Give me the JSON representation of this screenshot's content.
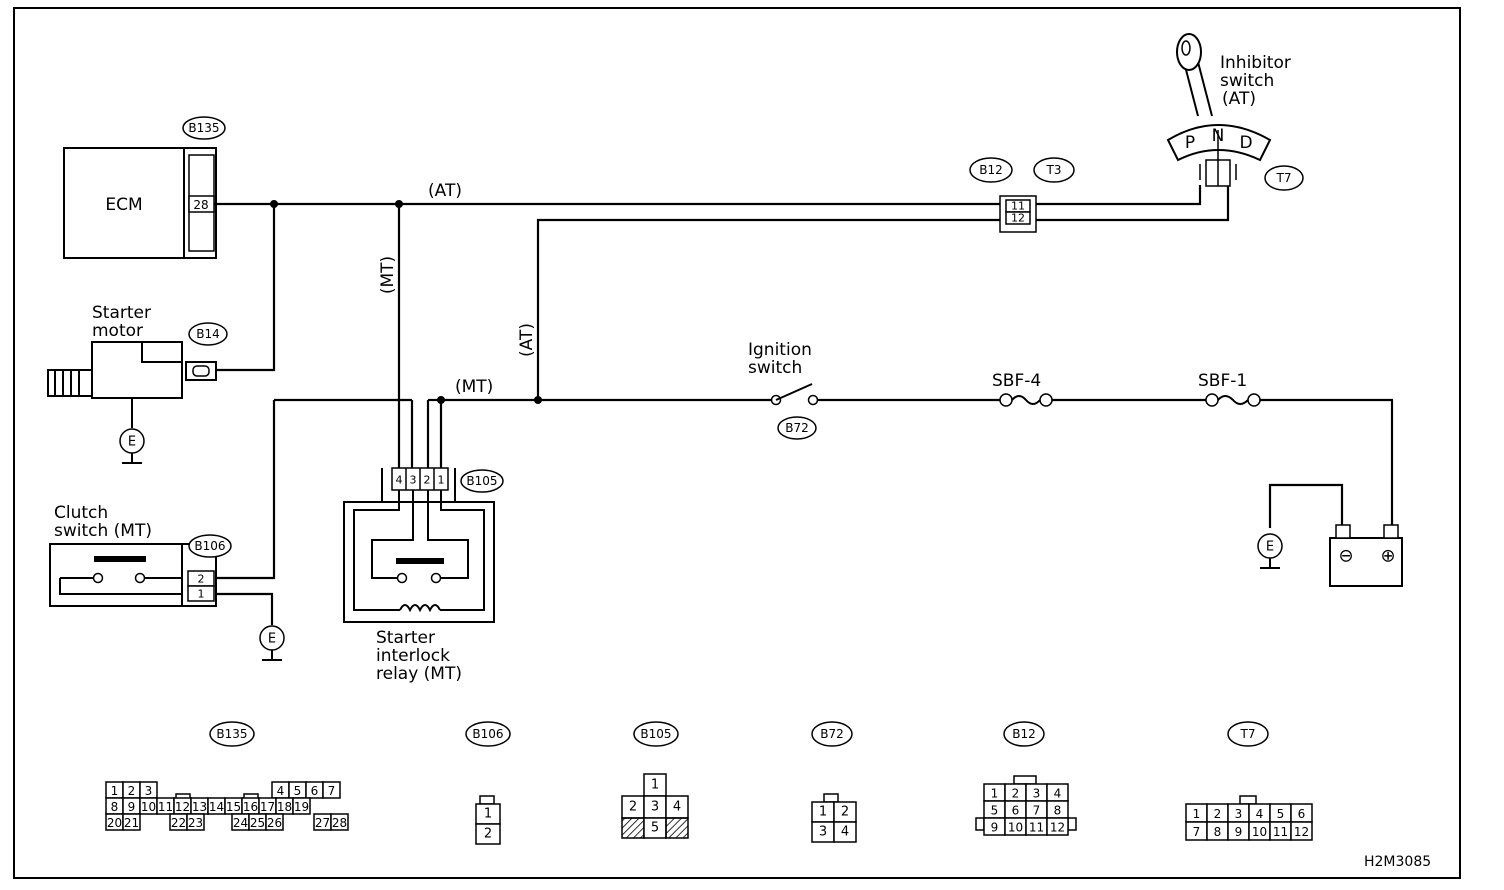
{
  "components": {
    "ecm": "ECM",
    "ecm_pin": "28",
    "starter_motor": [
      "Starter",
      "motor"
    ],
    "clutch_switch": [
      "Clutch",
      "switch (MT)"
    ],
    "relay": [
      "Starter",
      "interlock",
      "relay (MT)"
    ],
    "ignition_switch": [
      "Ignition",
      "switch"
    ],
    "inhibitor_switch": [
      "Inhibitor",
      "switch",
      "(AT)"
    ],
    "gear_positions": [
      "P",
      "N",
      "D"
    ],
    "fuse_sbf4": "SBF-4",
    "fuse_sbf1": "SBF-1",
    "ground": "E",
    "battery_minus": "⊖",
    "battery_plus": "⊕"
  },
  "wire_labels": {
    "at_top": "(AT)",
    "mt_vertical": "(MT)",
    "at_vertical": "(AT)",
    "mt_horizontal": "(MT)"
  },
  "connector_tags": {
    "b135": "B135",
    "b14": "B14",
    "b106": "B106",
    "b105": "B105",
    "b72": "B72",
    "b12": "B12",
    "t3": "T3",
    "t7": "T7"
  },
  "pins": {
    "b12_pins": [
      "11",
      "12"
    ],
    "b106_pins": [
      "2",
      "1"
    ],
    "b105_pins": [
      "4",
      "3",
      "2",
      "1"
    ]
  },
  "legend": {
    "tags": [
      "B135",
      "B106",
      "B105",
      "B72",
      "B12",
      "T7"
    ],
    "b135_rows": [
      [
        "1",
        "2",
        "3",
        "",
        "",
        "",
        "",
        "",
        "",
        "4",
        "5",
        "6",
        "7"
      ],
      [
        "8",
        "9",
        "10",
        "11",
        "12",
        "13",
        "14",
        "15",
        "16",
        "17",
        "18",
        "19"
      ],
      [
        "20",
        "21",
        "22",
        "23",
        "24",
        "25",
        "26",
        "27",
        "28"
      ]
    ],
    "b106_pins": [
      "1",
      "2"
    ],
    "b105_pins": [
      "1",
      "2",
      "3",
      "4",
      "5"
    ],
    "b72_pins": [
      "1",
      "2",
      "3",
      "4"
    ],
    "b12_rows": [
      [
        "1",
        "2",
        "3",
        "4"
      ],
      [
        "5",
        "6",
        "7",
        "8"
      ],
      [
        "9",
        "10",
        "11",
        "12"
      ]
    ],
    "t7_rows": [
      [
        "1",
        "2",
        "3",
        "4",
        "5",
        "6"
      ],
      [
        "7",
        "8",
        "9",
        "10",
        "11",
        "12"
      ]
    ]
  },
  "diagram_code": "H2M3085"
}
